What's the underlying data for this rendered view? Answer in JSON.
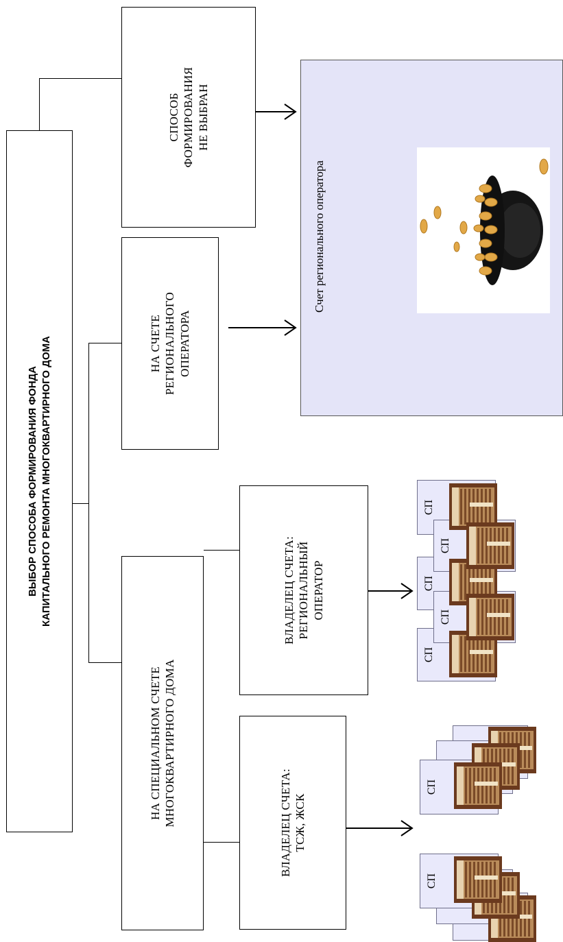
{
  "diagram": {
    "main_title_line1": "ВЫБОР СПОСОБА ФОРМИРОВАНИЯ ФОНДА",
    "main_title_line2": "КАПИТАЛЬНОГО РЕМОНТА МНОГОКВАРТИРНОГО ДОМА",
    "not_selected": {
      "line1": "СПОСОБ",
      "line2": "ФОРМИРОВАНИЯ",
      "line3": "НЕ ВЫБРАН"
    },
    "regional_operator_account": {
      "line1": "НА СЧЕТЕ",
      "line2": "РЕГИОНАЛЬНОГО",
      "line3": "ОПЕРАТОРА"
    },
    "special_account": {
      "line1": "НА СПЕЦИАЛЬНОМ СЧЕТЕ",
      "line2": "МНОГОКВАРТИРНОГО ДОМА"
    },
    "owner_regional": {
      "line1": "ВЛАДЕЛЕЦ СЧЕТА:",
      "line2": "РЕГИОНАЛЬНЫЙ",
      "line3": "ОПЕРАТОР"
    },
    "owner_hoa": {
      "line1": "ВЛАДЕЛЕЦ СЧЕТА:",
      "line2": "ТСЖ, ЖСК"
    },
    "operator_panel_label": "Счет регионального оператора",
    "sp_label": "СП"
  },
  "colors": {
    "panel_bg": "#e4e4f8",
    "card_bg": "#e9e9fb",
    "coin": "#e0a040",
    "pot": "#1a1a1a"
  }
}
